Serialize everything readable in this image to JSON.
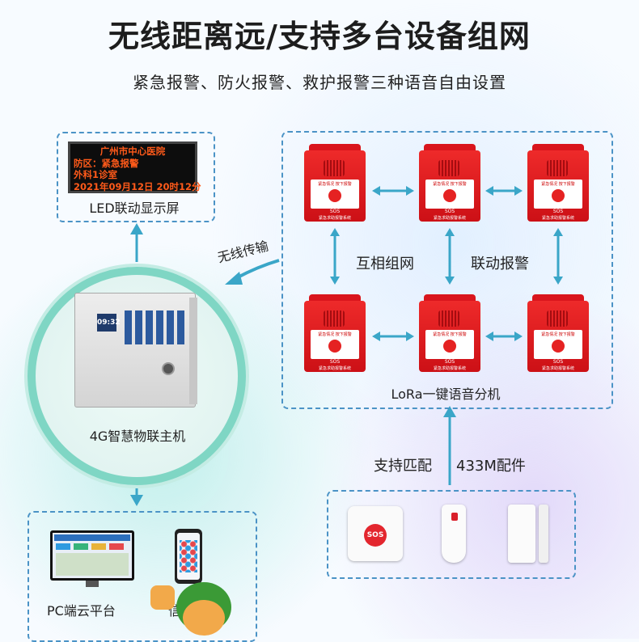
{
  "header": {
    "title": "无线距离远/支持多台设备组网",
    "subtitle": "紧急报警、防火报警、救护报警三种语音自由设置"
  },
  "led": {
    "lines": [
      "广州市中心医院",
      "防区：紧急报警",
      "外科1诊室",
      "2021年09月12日 20时12分"
    ],
    "label": "LED联动显示屏"
  },
  "host": {
    "screen_time": "09:32",
    "label": "4G智慧物联主机"
  },
  "wireless_label": "无线传输",
  "terminals": {
    "panel_text": "紧急情况 按下报警",
    "sos": "SOS",
    "system_name": "紧急求助报警系统",
    "mesh_label": "互相组网",
    "linkage_label": "联动报警",
    "label": "LoRa一键语音分机"
  },
  "accessories": {
    "label_match": "支持匹配",
    "label_433": "433M配件",
    "sos_button_text": "SOS"
  },
  "pc": {
    "label": "PC端云平台",
    "partial_label": "信"
  },
  "colors": {
    "accent_blue": "#3aa6c8",
    "dash_blue": "#4b93c6",
    "ring_teal": "#7fd6c4",
    "alarm_red": "#e52222",
    "led_orange": "#ff5a1a"
  }
}
